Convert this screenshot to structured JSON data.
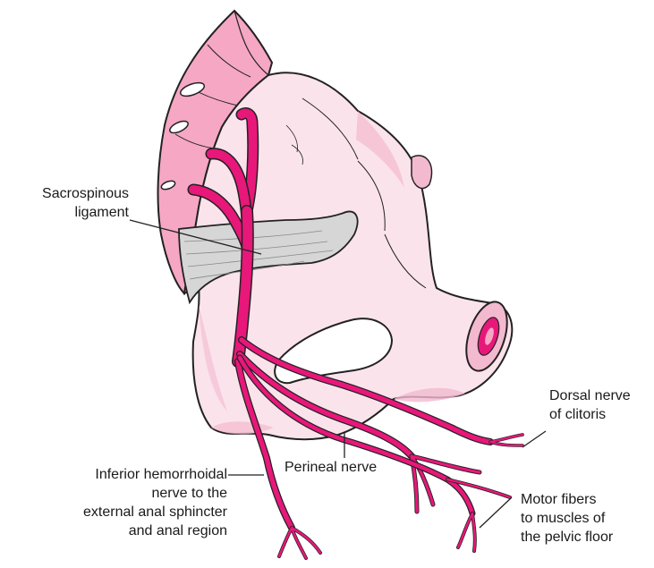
{
  "labels": {
    "sacrospinous_1": "Sacrospinous",
    "sacrospinous_2": "ligament",
    "dorsal_1": "Dorsal nerve",
    "dorsal_2": "of clitoris",
    "perineal": "Perineal nerve",
    "inferior_1": "Inferior hemorrhoidal",
    "inferior_2": "nerve to the",
    "inferior_3": "external anal sphincter",
    "inferior_4": "and anal region",
    "motor_1": "Motor fibers",
    "motor_2": "to muscles of",
    "motor_3": "the pelvic floor"
  },
  "colors": {
    "bone_light": "#fbe3ec",
    "bone_shade": "#f3b9cf",
    "sacrum": "#f5a7c4",
    "nerve": "#e8177a",
    "ligament": "#d6d6d6",
    "outline": "#222222"
  }
}
